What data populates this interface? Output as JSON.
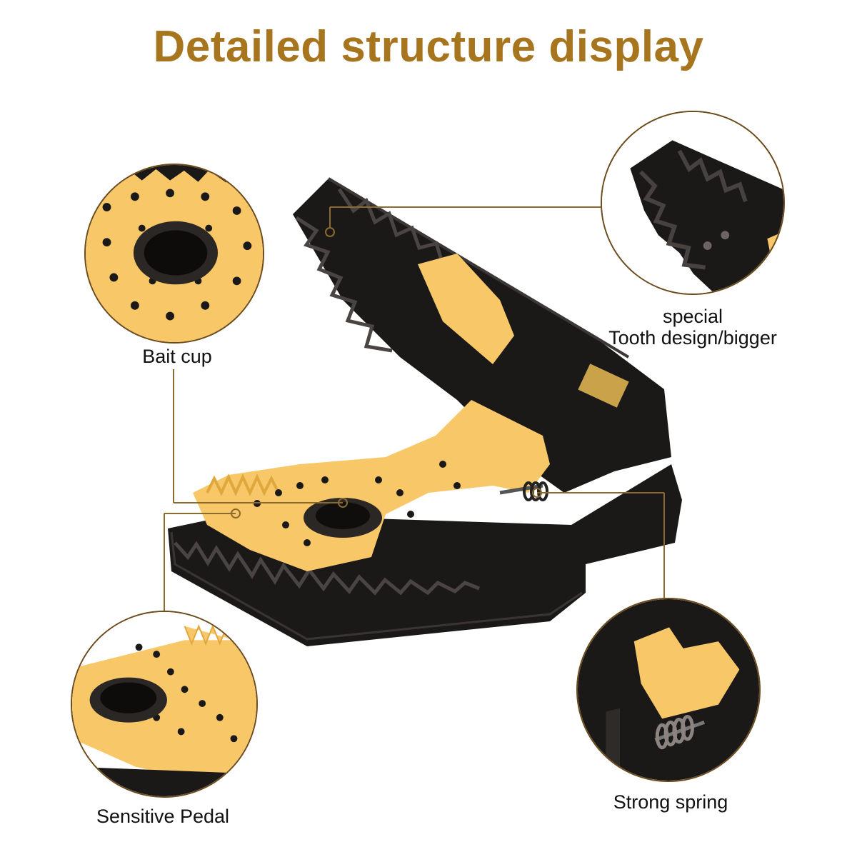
{
  "header": {
    "title": "Detailed structure display",
    "title_color": "#a8751f"
  },
  "colors": {
    "trap_black": "#1b1918",
    "trap_yellow": "#f7c768",
    "pointer_line": "#8b6a2e"
  },
  "callouts": [
    {
      "id": "bait-cup",
      "label": "Bait cup"
    },
    {
      "id": "teeth",
      "label_line1": "special",
      "label_line2": "Tooth design/bigger"
    },
    {
      "id": "pedal",
      "label": "Sensitive Pedal"
    },
    {
      "id": "spring",
      "label": "Strong spring"
    }
  ]
}
